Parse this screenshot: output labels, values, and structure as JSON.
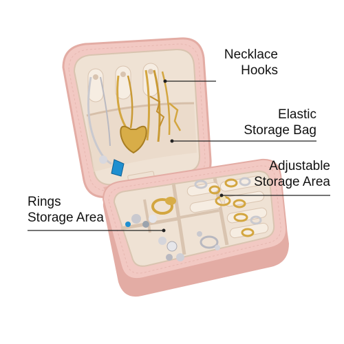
{
  "labels": {
    "necklace_hooks": [
      "Necklace",
      "Hooks"
    ],
    "elastic_storage_bag": [
      "Elastic",
      "Storage Bag"
    ],
    "adjustable_storage_area": [
      "Adjustable",
      "Storage Area"
    ],
    "rings_storage_area": [
      "Rings",
      "Storage Area"
    ]
  },
  "colors": {
    "case_pink": "#f2c9c3",
    "case_pink_dark": "#e3aca4",
    "lining_cream": "#efe2d4",
    "lining_shadow": "#d9c4b0",
    "gold": "#d3a640",
    "silver": "#c9c9cf",
    "gem_blue": "#1f8fd0",
    "leader_line": "#222222"
  }
}
